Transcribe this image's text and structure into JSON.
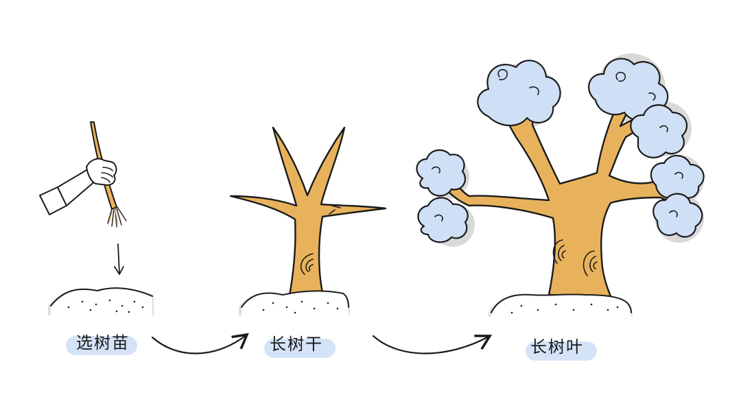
{
  "stages": [
    {
      "id": "stage-1",
      "label": "选树苗",
      "icon": "hand-planting-sapling-icon"
    },
    {
      "id": "stage-2",
      "label": "长树干",
      "icon": "bare-tree-trunk-icon"
    },
    {
      "id": "stage-3",
      "label": "长树叶",
      "icon": "tree-with-leaves-icon"
    }
  ],
  "colors": {
    "trunk": "#e8b25c",
    "outline": "#1a1a1a",
    "foliage": "#cfdff5",
    "ground": "#ffffff",
    "shadow": "#d9d9d9",
    "label_highlight": "#d5e3f7"
  }
}
